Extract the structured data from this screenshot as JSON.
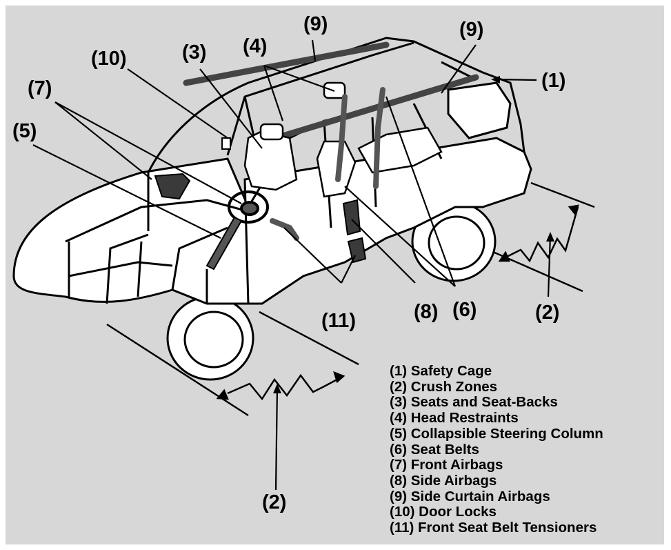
{
  "callouts": {
    "c1": "(1)",
    "c2a": "(2)",
    "c2b": "(2)",
    "c3": "(3)",
    "c4": "(4)",
    "c5": "(5)",
    "c6": "(6)",
    "c7": "(7)",
    "c8": "(8)",
    "c9a": "(9)",
    "c9b": "(9)",
    "c10": "(10)",
    "c11": "(11)"
  },
  "legend": [
    "(1) Safety Cage",
    "(2) Crush Zones",
    "(3) Seats and Seat-Backs",
    "(4) Head Restraints",
    "(5) Collapsible Steering Column",
    "(6) Seat Belts",
    "(7) Front Airbags",
    "(8) Side Airbags",
    "(9) Side Curtain Airbags",
    "(10) Door Locks",
    "(11) Front Seat Belt Tensioners"
  ],
  "colors": {
    "background": "#d7d7d7",
    "vehicle_fill": "#ffffff",
    "outline": "#000000",
    "component": "#3a3a3a"
  }
}
